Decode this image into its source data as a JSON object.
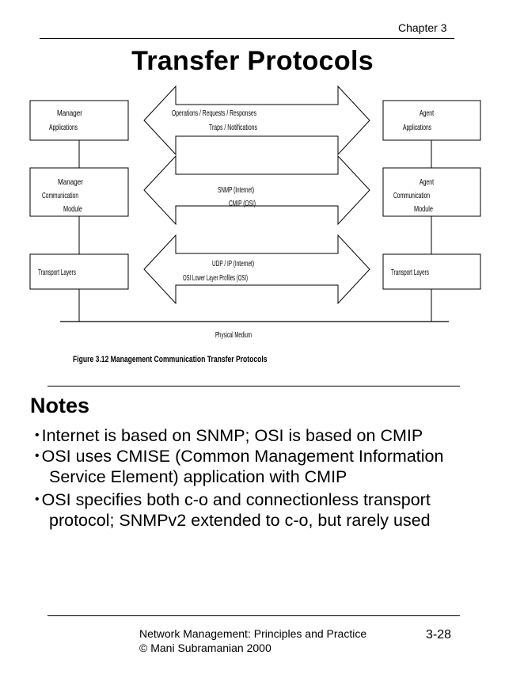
{
  "header": {
    "chapter": "Chapter 3",
    "title": "Transfer Protocols"
  },
  "diagram": {
    "manager_applications": [
      "Manager",
      "Applications"
    ],
    "agent_applications": [
      "Agent",
      "Applications"
    ],
    "manager_comm_module": [
      "Manager",
      "Communication",
      "Module"
    ],
    "agent_comm_module": [
      "Agent",
      "Communication",
      "Module"
    ],
    "manager_transport": "Transport Layers",
    "agent_transport": "Transport Layers",
    "arrow1_text": [
      "Operations / Requests / Responses",
      "Traps / Notifications"
    ],
    "arrow2_text": [
      "SNMP (Internet)",
      "CMIP (OSI)"
    ],
    "arrow3_text": [
      "UDP / IP (Internet)",
      "OSI Lower Layer Profiles (OSI)"
    ],
    "physical_medium": "Physical Medium",
    "caption": "Figure 3.12 Management Communication Transfer Protocols"
  },
  "notes": {
    "heading": "Notes",
    "bullets": [
      [
        "Internet is based on SNMP; OSI is based on CMIP"
      ],
      [
        "OSI uses CMISE (Common Management Information",
        "Service Element) application with CMIP"
      ],
      [
        "OSI specifies both c-o and connectionless transport",
        "protocol; SNMPv2 extended to c-o, but rarely used"
      ]
    ]
  },
  "footer": {
    "line1": "Network Management: Principles and Practice",
    "line2": "©  Mani Subramanian 2000",
    "page": "3-28"
  }
}
